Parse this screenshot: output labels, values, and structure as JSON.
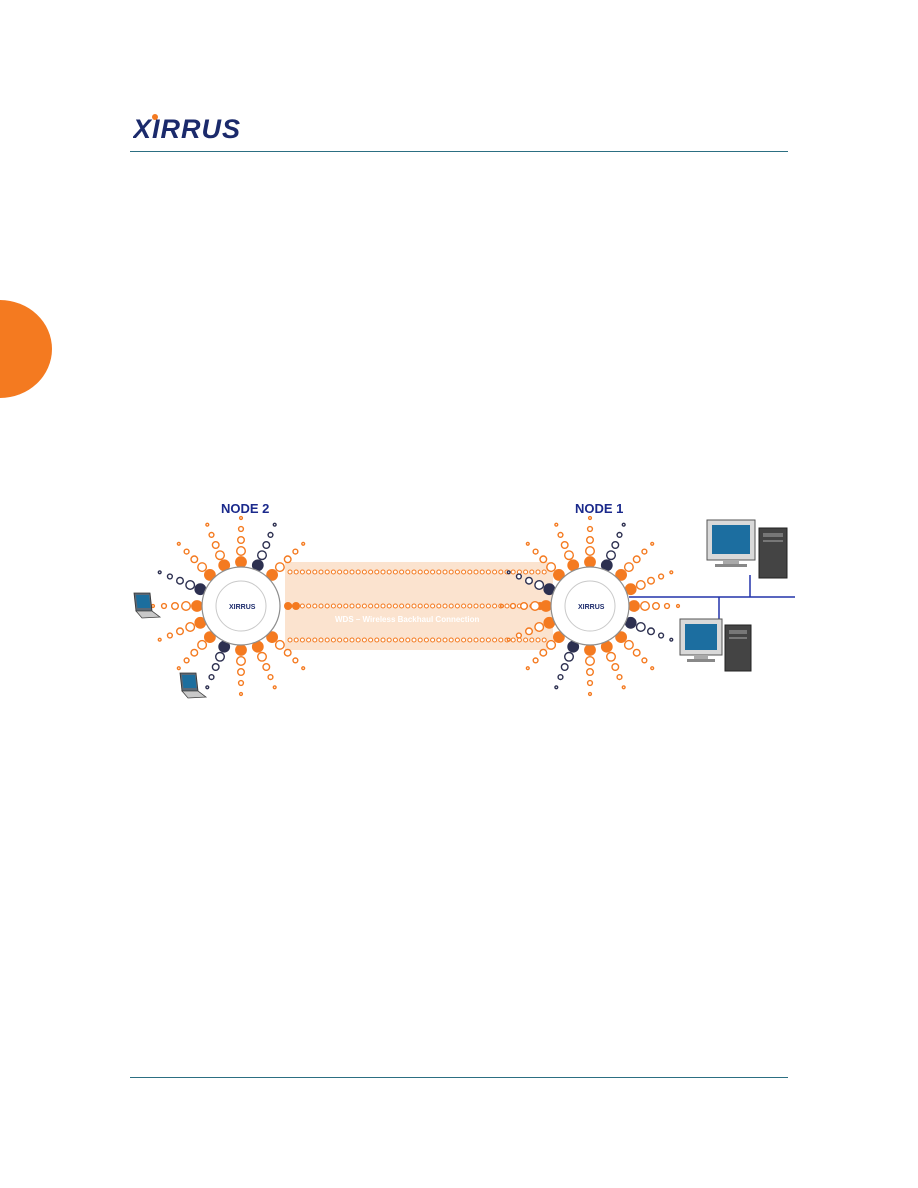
{
  "brand": {
    "logo_text": "XIRRUS",
    "logo_color": "#1b2a6b",
    "accent_color": "#f47a20",
    "rule_color": "#2c6f82"
  },
  "diagram": {
    "node2_label": "NODE 2",
    "node1_label": "NODE 1",
    "node_badge_text": "XIRRUS",
    "link_label": "WDS – Wireless Backhaul Connection",
    "icons": [
      "laptop-icon",
      "laptop-icon",
      "desktop-computer-icon",
      "desktop-computer-icon",
      "wireless-array-icon"
    ],
    "colors": {
      "orange": "#f47a20",
      "dark_blue": "#2d3050",
      "band": "#fbe3cf",
      "network_line": "#2233aa"
    }
  }
}
